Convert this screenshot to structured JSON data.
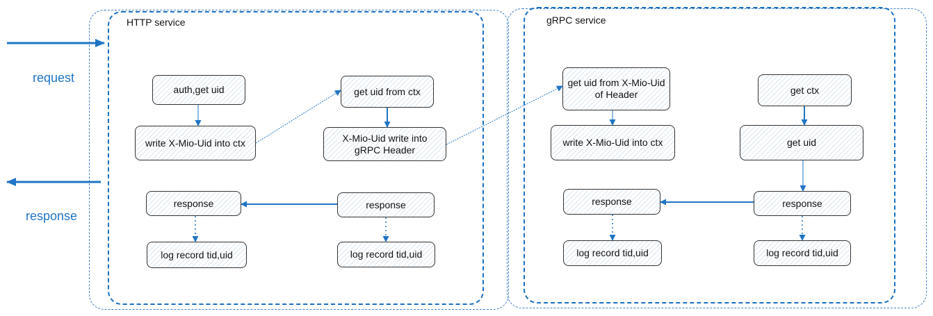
{
  "labels": {
    "http_service": "HTTP service",
    "grpc_service": "gRPC service",
    "request": "request",
    "response": "response"
  },
  "http": {
    "auth": "auth,get uid",
    "write_ctx": "write X-Mio-Uid into ctx",
    "get_from_ctx": "get uid from ctx",
    "write_header": "X-Mio-Uid write into gRPC Header",
    "response_left": "response",
    "log_left": "log record tid,uid",
    "response_right": "response",
    "log_right": "log record tid,uid"
  },
  "grpc": {
    "get_from_header": "get uid from X-Mio-Uid of Header",
    "write_ctx": "write X-Mio-Uid into ctx",
    "get_ctx": "get ctx",
    "get_uid": "get uid",
    "response_left": "response",
    "log_left": "log record tid,uid",
    "response_right": "response",
    "log_right": "log record tid,uid"
  },
  "colors": {
    "accent": "#1f74c4",
    "frame": "#1a6fc0",
    "node_border": "#333333",
    "node_hatch": "#96b9dc"
  }
}
